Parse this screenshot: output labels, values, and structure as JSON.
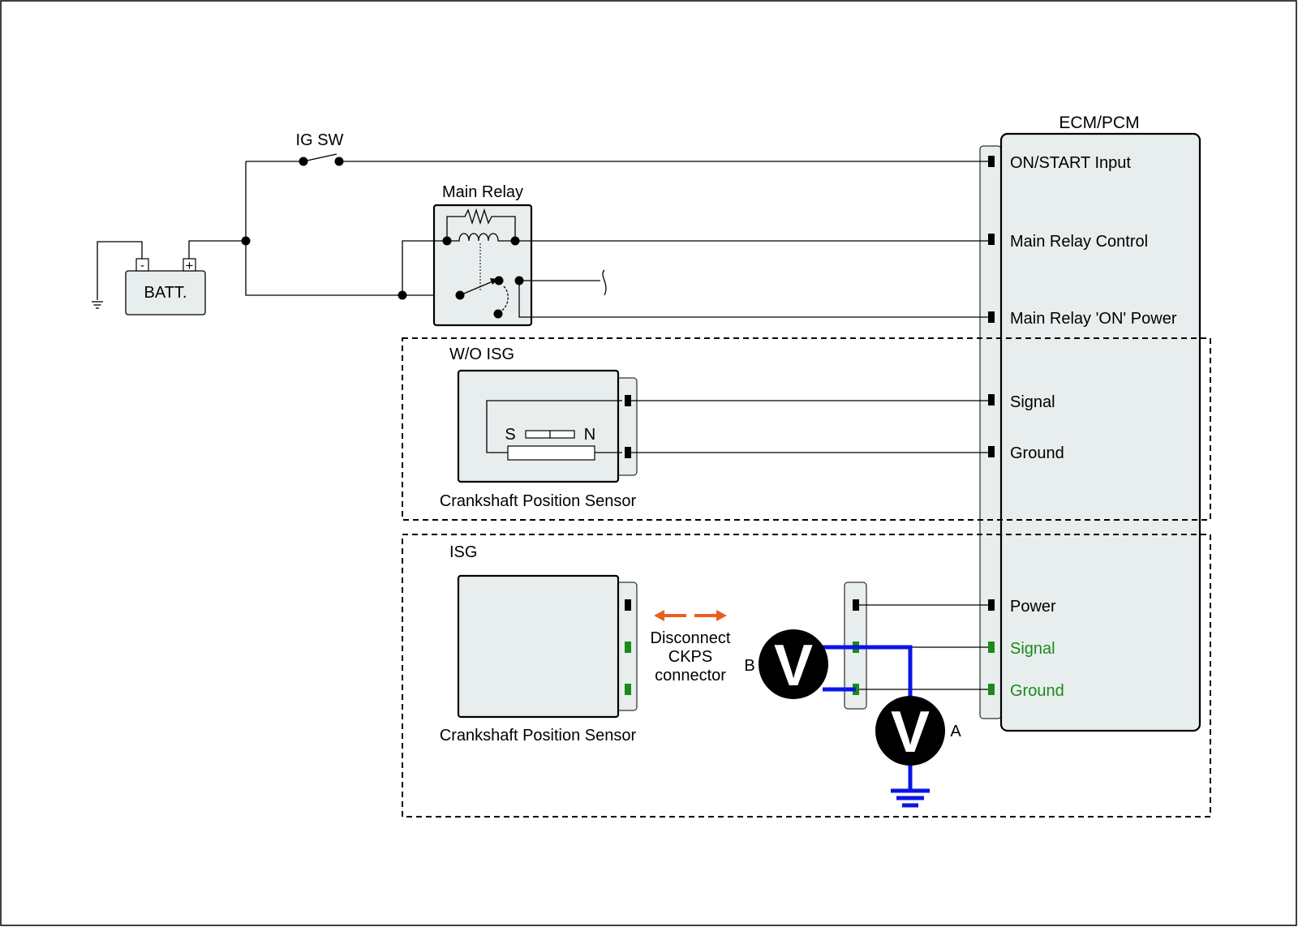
{
  "ecm": {
    "title": "ECM/PCM",
    "pins": [
      {
        "label": "ON/START Input",
        "color": "#000000"
      },
      {
        "label": "Main Relay Control",
        "color": "#000000"
      },
      {
        "label": "Main Relay 'ON' Power",
        "color": "#000000"
      },
      {
        "label": "Signal",
        "color": "#000000"
      },
      {
        "label": "Ground",
        "color": "#000000"
      },
      {
        "label": "Power",
        "color": "#000000"
      },
      {
        "label": "Signal",
        "color": "#1a8a1a"
      },
      {
        "label": "Ground",
        "color": "#1a8a1a"
      }
    ]
  },
  "ig_switch": {
    "label": "IG SW"
  },
  "battery": {
    "label": "BATT.",
    "neg": "-",
    "pos": "+"
  },
  "main_relay": {
    "label": "Main Relay"
  },
  "wo_isg": {
    "title": "W/O ISG",
    "sensor_label": "Crankshaft Position Sensor",
    "pole_s": "S",
    "pole_n": "N"
  },
  "isg": {
    "title": "ISG",
    "sensor_label": "Crankshaft Position Sensor",
    "disconnect_lines": [
      "Disconnect",
      "CKPS",
      "connector"
    ]
  },
  "meters": [
    {
      "symbol": "V",
      "label": "B"
    },
    {
      "symbol": "V",
      "label": "A"
    }
  ],
  "colors": {
    "probe_wire": "#0a14e6",
    "arrow": "#e8601c",
    "highlight_terminal": "#1a8a1a",
    "box_fill": "#e8eeee"
  }
}
